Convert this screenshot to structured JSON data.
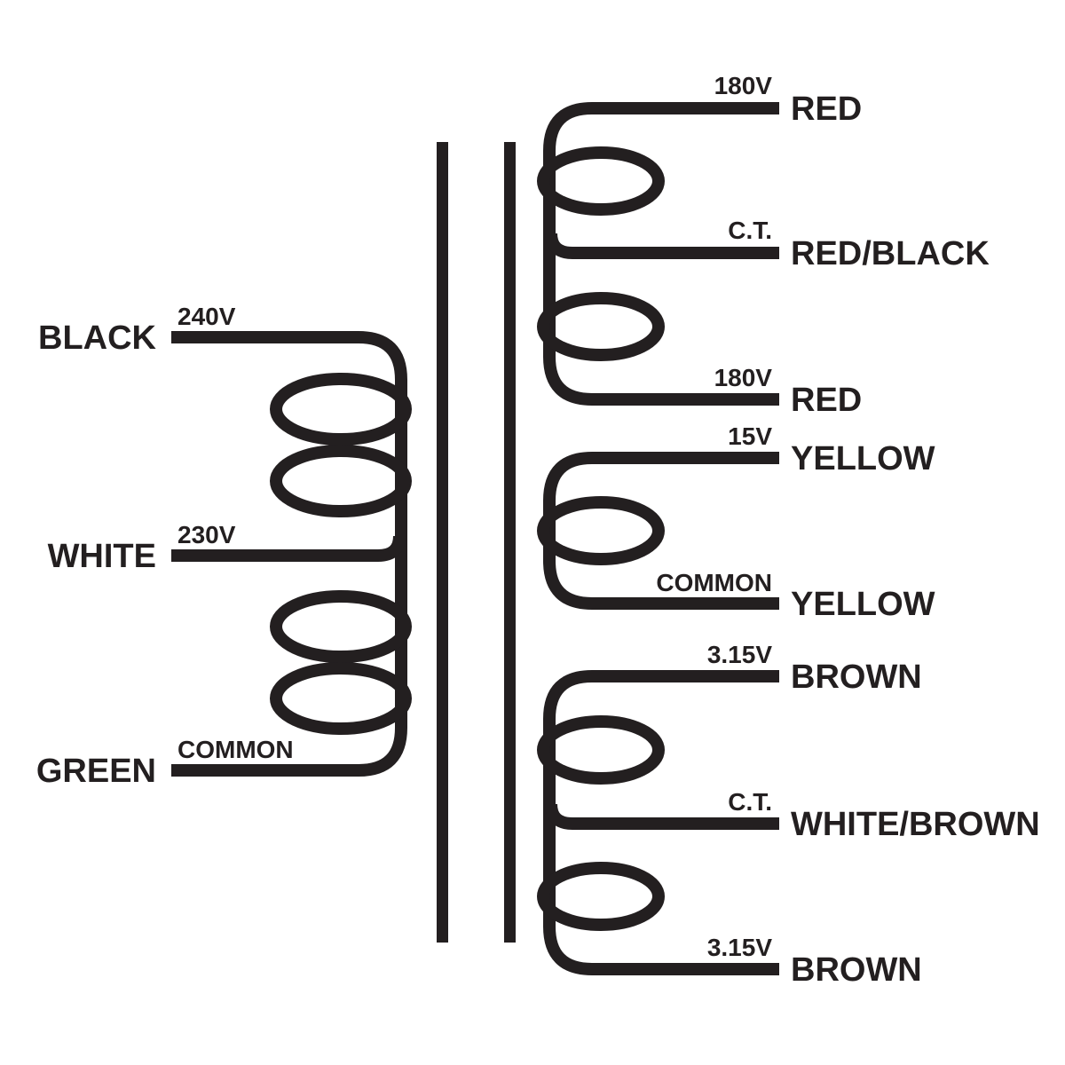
{
  "diagram": {
    "kind": "transformer-wiring-diagram",
    "primary": {
      "side": "left",
      "leads": [
        {
          "label": "BLACK",
          "tap": "240V"
        },
        {
          "label": "WHITE",
          "tap": "230V"
        },
        {
          "label": "GREEN",
          "tap": "COMMON"
        }
      ]
    },
    "secondaries": [
      {
        "side": "right",
        "leads": [
          {
            "tap": "180V",
            "label": "RED"
          },
          {
            "tap": "C.T.",
            "label": "RED/BLACK"
          },
          {
            "tap": "180V",
            "label": "RED"
          }
        ]
      },
      {
        "side": "right",
        "leads": [
          {
            "tap": "15V",
            "label": "YELLOW"
          },
          {
            "tap": "COMMON",
            "label": "YELLOW"
          }
        ]
      },
      {
        "side": "right",
        "leads": [
          {
            "tap": "3.15V",
            "label": "BROWN"
          },
          {
            "tap": "C.T.",
            "label": "WHITE/BROWN"
          },
          {
            "tap": "3.15V",
            "label": "BROWN"
          }
        ]
      }
    ],
    "colors": {
      "ink": "#231f20",
      "background": "#ffffff"
    }
  }
}
